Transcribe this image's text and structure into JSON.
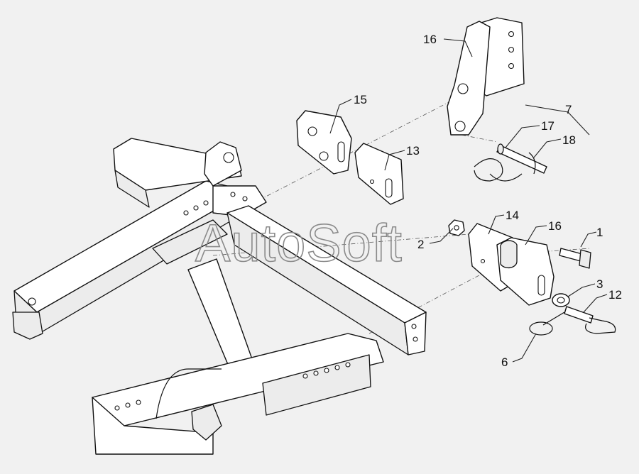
{
  "watermark": "AutoSoft",
  "callouts": [
    {
      "id": "c1",
      "label": "1"
    },
    {
      "id": "c2",
      "label": "2"
    },
    {
      "id": "c3",
      "label": "3"
    },
    {
      "id": "c6",
      "label": "6"
    },
    {
      "id": "c7",
      "label": "7"
    },
    {
      "id": "c12",
      "label": "12"
    },
    {
      "id": "c13a",
      "label": "13"
    },
    {
      "id": "c13b",
      "label": "13"
    },
    {
      "id": "c14",
      "label": "14"
    },
    {
      "id": "c15",
      "label": "15"
    },
    {
      "id": "c16",
      "label": "16"
    },
    {
      "id": "c17",
      "label": "17"
    },
    {
      "id": "c18",
      "label": "18"
    }
  ]
}
